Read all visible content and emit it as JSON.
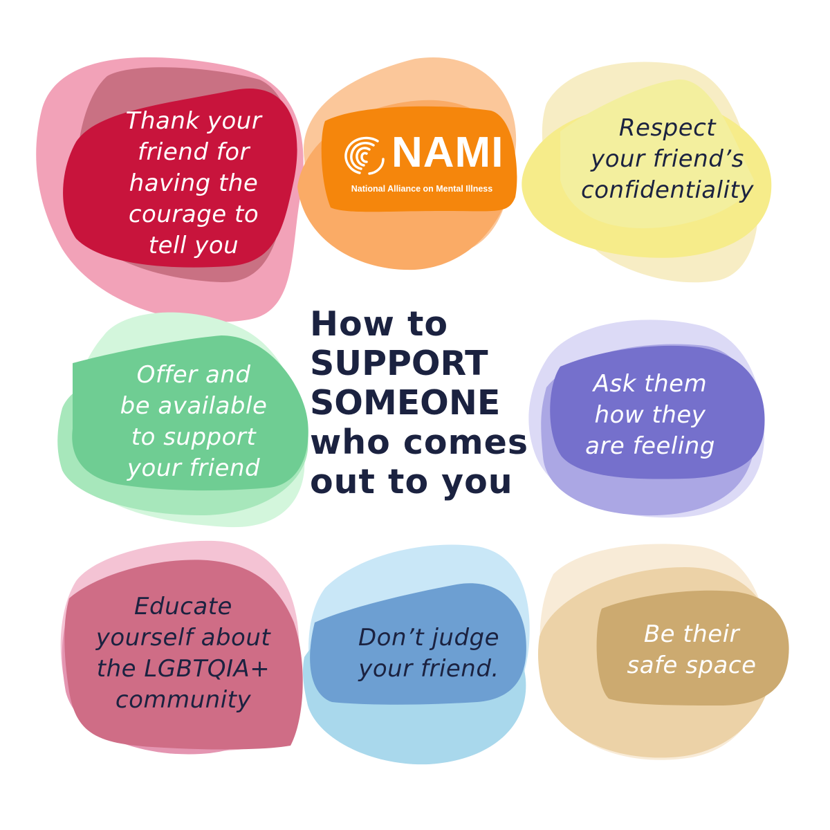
{
  "heading": {
    "line1": "How to",
    "line2": "SUPPORT",
    "line3": "SOMEONE",
    "line4": "who comes",
    "line5": "out to you"
  },
  "logo": {
    "wordmark": "NAMI",
    "tagline": "National Alliance on Mental Illness"
  },
  "tips": [
    {
      "lines": [
        "Thank your",
        "friend for",
        "having the",
        "courage to",
        "tell you"
      ],
      "color": "#c8143c"
    },
    {
      "lines": [
        "Respect",
        "your friend’s",
        "confidentiality"
      ],
      "color": "#f5e96a"
    },
    {
      "lines": [
        "Offer and",
        "be available",
        "to support",
        "your friend"
      ],
      "color": "#6fcd93"
    },
    {
      "lines": [
        "Ask them",
        "how they",
        "are feeling"
      ],
      "color": "#7570cc"
    },
    {
      "lines": [
        "Educate",
        "yourself about",
        "the LGBTQIA+",
        "community"
      ],
      "color": "#cf6d86"
    },
    {
      "lines": [
        "Don’t judge",
        "your friend."
      ],
      "color": "#6d9fd2"
    },
    {
      "lines": [
        "Be their",
        "safe space"
      ],
      "color": "#ccaa70"
    }
  ],
  "colors": {
    "text_dark": "#1b2240",
    "orange": "#f5860c",
    "red": "#c8143c",
    "yellow": "#f5e96a",
    "green": "#6fcd93",
    "purple": "#7570cc",
    "rose": "#cf6d86",
    "blue": "#6d9fd2",
    "tan": "#ccaa70"
  }
}
